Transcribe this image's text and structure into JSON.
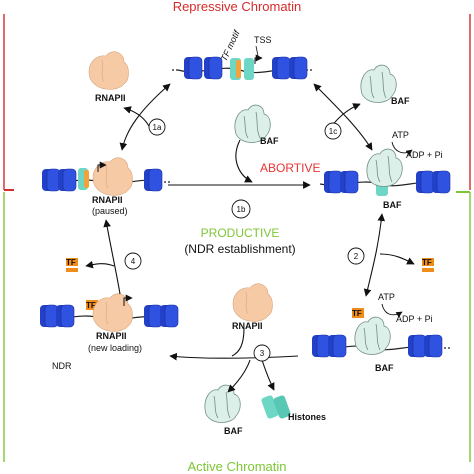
{
  "regions": {
    "top_label": "Repressive Chromatin",
    "bottom_label": "Active Chromatin",
    "top_color": "#d62b2b",
    "bottom_color": "#7ec636"
  },
  "labels": {
    "tf_motif": "TF motif",
    "tss": "TSS",
    "rnapii": "RNAPII",
    "paused": "(paused)",
    "new_loading": "(new loading)",
    "baf": "BAF",
    "abortive": "ABORTIVE",
    "productive": "PRODUCTIVE",
    "ndr_establishment": "(NDR establishment)",
    "ndr": "NDR",
    "tf": "TF",
    "histones": "Histones",
    "atp": "ATP",
    "adp_pi": "ADP + Pi"
  },
  "steps": {
    "s1a": "1a",
    "s1b": "1b",
    "s1c": "1c",
    "s2": "2",
    "s3": "3",
    "s4": "4"
  },
  "colors": {
    "nucleosome": "#2240c8",
    "rnapii": "#f5c9a3",
    "baf": "#d9ece6",
    "tf": "#f08c1a",
    "tf_motif": "#f2a23a",
    "histone": "#6dd6c4",
    "abortive": "#e83434",
    "productive": "#7ec636"
  }
}
